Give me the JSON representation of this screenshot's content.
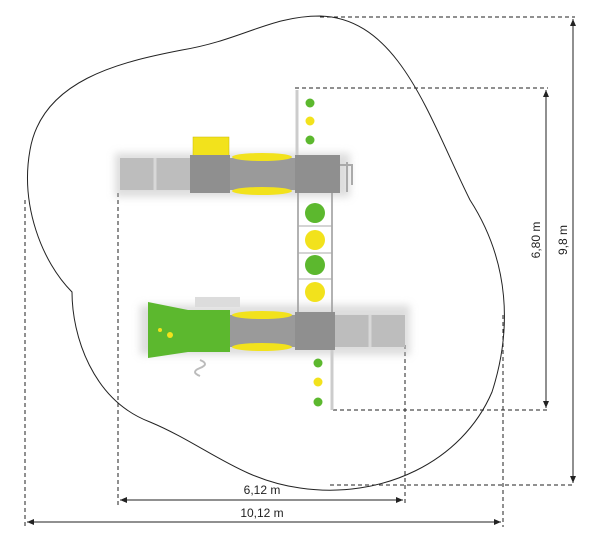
{
  "dimensions": {
    "inner_width": "6,12 m",
    "outer_width": "10,12 m",
    "inner_depth": "6,80 m",
    "outer_depth": "9,8 m"
  },
  "colors": {
    "deck": "#8f8f8f",
    "slide": "#b9b9b9",
    "accent_yellow": "#f2e21c",
    "accent_green": "#5cb82e",
    "outline": "#222222"
  }
}
